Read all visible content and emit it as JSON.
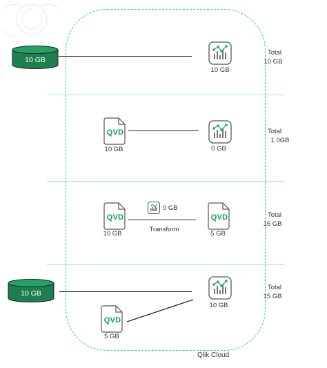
{
  "cloud_label": "Qlik Cloud",
  "colors": {
    "cloud_border": "#2bbfc6",
    "separator": "#9fe0e6",
    "database_fill": "#1e7e4e",
    "qvd_text": "#0fa14e",
    "app_icon_stroke": "#555555"
  },
  "rows": [
    {
      "database_label": "10 GB",
      "app_label": "10 GB",
      "total_label": "Total",
      "total_value": "10 GB"
    },
    {
      "qvd_text": "QVD",
      "qvd_label": "10 GB",
      "app_label": "0 GB",
      "total_label": "Total",
      "total_value": "1 0GB"
    },
    {
      "qvd_text": "QVD",
      "qvd_label": "10 GB",
      "mini_app_label": "0 GB",
      "transform_label": "Transform",
      "qvd2_text": "QVD",
      "qvd2_label": "5 GB",
      "total_label": "Total",
      "total_value": "15 GB"
    },
    {
      "database_label": "10 GB",
      "qvd_text": "QVD",
      "qvd_label": "5 GB",
      "app_label": "10 GB",
      "total_label": "Total",
      "total_value": "15 GB"
    }
  ]
}
